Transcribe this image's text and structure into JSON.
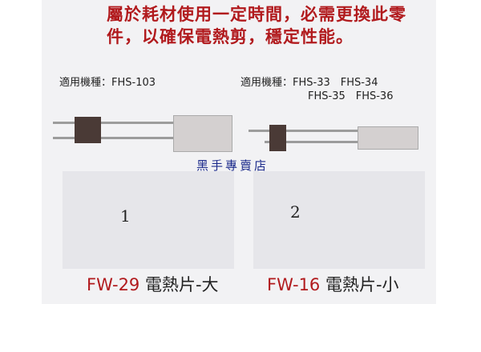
{
  "description": {
    "line1": "屬於耗材使用一定時間，必需更換此零",
    "line2": "件，以確保電熱剪，穩定性能。"
  },
  "products": [
    {
      "number": "1",
      "compat_label": "適用機種：FHS-103",
      "code": "FW-29",
      "name": "電熱片-大"
    },
    {
      "number": "2",
      "compat_label": "適用機種：FHS-33　FHS-34",
      "compat_label2": "FHS-35　FHS-36",
      "code": "FW-16",
      "name": "電熱片-小"
    }
  ],
  "watermark": "黑手專賣店"
}
